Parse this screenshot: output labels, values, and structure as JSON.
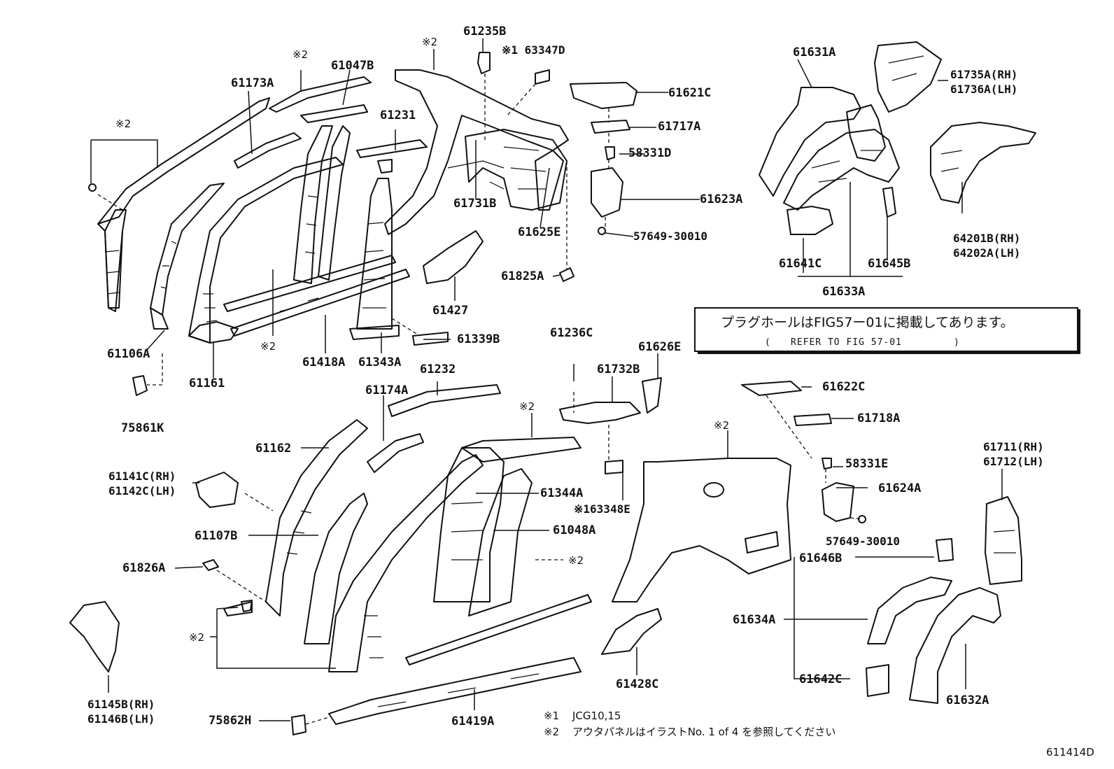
{
  "figure_id": "611414D",
  "notice": {
    "line1": "プラグホールはFIG57ー01に掲載してあります。",
    "line2_open": "(",
    "line2_text": "REFER TO FIG 57-01",
    "line2_close": ")"
  },
  "footnotes": {
    "n1_mark": "※1",
    "n1_text": "JCG10,15",
    "n2_mark": "※2",
    "n2_text": "アウタパネルはイラストNo. 1 of 4 を参照してください"
  },
  "labels": {
    "p61235B": "61235B",
    "p63347D": "※1 63347D",
    "p61047B": "61047B",
    "p61173A": "61173A",
    "note_top_a": "※2",
    "note_top_b": "※2",
    "note_left": "※2",
    "p61231": "61231",
    "p61621C": "61621C",
    "p61717A": "61717A",
    "p58331D": "58331D",
    "p61623A": "61623A",
    "p57649_a": "57649-30010",
    "p61731B": "61731B",
    "p61625E": "61625E",
    "p61825A": "61825A",
    "p61427": "61427",
    "p61339B": "61339B",
    "p61106A": "61106A",
    "note_mid": "※2",
    "p61161": "61161",
    "p61418A": "61418A",
    "p61343A": "61343A",
    "p75861K": "75861K",
    "p61631A": "61631A",
    "p61735A": "61735A(RH)",
    "p61736A": "61736A(LH)",
    "p64201B": "64201B(RH)",
    "p64202A": "64202A(LH)",
    "p61641C": "61641C",
    "p61645B": "61645B",
    "p61633A": "61633A",
    "p61236C": "61236C",
    "p61626E": "61626E",
    "p61232": "61232",
    "p61732B": "61732B",
    "p61174A": "61174A",
    "note_c1": "※2",
    "p61622C": "61622C",
    "p61718A": "61718A",
    "note_c2": "※2",
    "p61162": "61162",
    "p61141C": "61141C(RH)",
    "p61142C": "61142C(LH)",
    "p61344A": "61344A",
    "p63348E": "※163348E",
    "p58331E": "58331E",
    "p61624A": "61624A",
    "p61711": "61711(RH)",
    "p61712": "61712(LH)",
    "p61107B": "61107B",
    "p61048A": "61048A",
    "p57649_b": "57649-30010",
    "p61826A": "61826A",
    "note_c3": "※2",
    "p61646B": "61646B",
    "p61634A": "61634A",
    "note_c4": "※2",
    "p61428C": "61428C",
    "p61642C": "61642C",
    "p61145B": "61145B(RH)",
    "p61146B": "61146B(LH)",
    "p75862H": "75862H",
    "p61419A": "61419A",
    "p61632A": "61632A"
  }
}
